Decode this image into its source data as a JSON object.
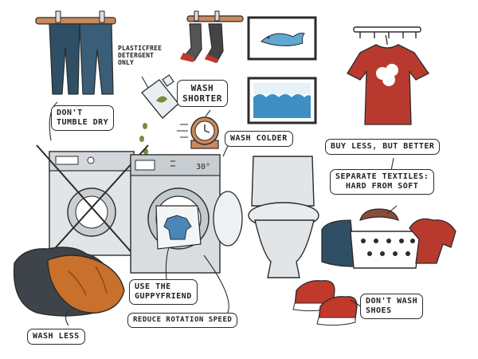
{
  "captions": {
    "plastic_free_detergent": [
      "PLASTICFREE",
      "DETERGENT",
      "ONLY"
    ],
    "dont_tumble_dry": [
      "DON'T",
      "TUMBLE DRY"
    ],
    "wash_shorter": [
      "WASH",
      "SHORTER"
    ],
    "wash_colder": "WASH COLDER",
    "buy_less_but_better": "BUY LESS, BUT BETTER",
    "separate_textiles": [
      "SEPARATE TEXTILES:",
      "HARD FROM SOFT"
    ],
    "use_the_guppyfriend": [
      "USE THE",
      "GUPPYFRIEND"
    ],
    "reduce_rotation_speed": "REDUCE ROTATION SPEED",
    "wash_less": "WASH LESS",
    "dont_wash_shoes": [
      "DON'T WASH",
      "SHOES"
    ]
  },
  "machine_display": "30°",
  "icons": [
    "jeans-on-line-icon",
    "socks-on-hanger-icon",
    "whale-picture-icon",
    "waves-picture-icon",
    "red-tshirt-icon",
    "coat-rack-icon",
    "detergent-bottle-icon",
    "timer-clock-icon",
    "crossed-washer-icon",
    "front-load-washer-icon",
    "guppyfriend-bag-icon",
    "toilet-icon",
    "laundry-basket-icon",
    "clothes-pile-icon",
    "sneakers-icon"
  ],
  "colors": {
    "ink": "#2b2b2b",
    "denim": "#2f4f66",
    "shirt_red": "#b83a2e",
    "wall_blue": "#5fa8d3",
    "sock_red": "#c0392b",
    "wood": "#c98a5e",
    "appliance_grey": "#d9dde0",
    "orange_coat": "#c8702c"
  }
}
